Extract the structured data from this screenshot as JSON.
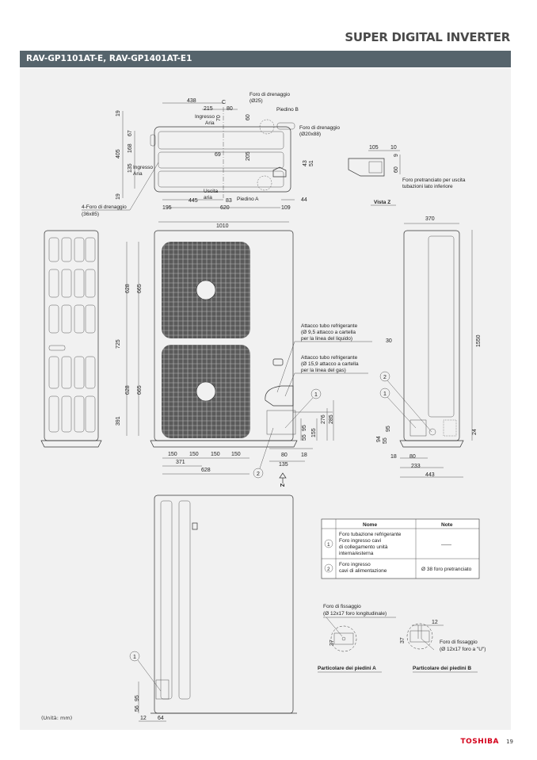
{
  "header": {
    "series": "SUPER DIGITAL INVERTER",
    "models": "RAV-GP1101AT-E, RAV-GP1401AT-E1"
  },
  "top_view": {
    "labels": {
      "drain_25": "Foro di drenaggio",
      "drain_25_sub": "(Ø25)",
      "foot_b": "Piedino B",
      "foot_a": "Piedino A",
      "drain_20": "Foro di drenaggio",
      "drain_20_sub": "(Ø20x88)",
      "air_in_top": "Ingresso",
      "air_in_top2": "Aria",
      "air_in_side": "Ingresso",
      "air_in_side2": "Aria",
      "air_out": "Uscita",
      "air_out2": "aria",
      "drain_4": "4-Foro di drenaggio",
      "drain_4_sub": "(36x85)",
      "centerline": "C"
    },
    "dims": [
      "438",
      "215",
      "80",
      "70",
      "60",
      "19",
      "67",
      "405",
      "168",
      "135",
      "19",
      "69",
      "205",
      "43",
      "51",
      "44",
      "445",
      "83",
      "620",
      "195",
      "109"
    ]
  },
  "view_z": {
    "title": "Vista Z",
    "note1": "Foro pretranciato per uscita",
    "note2": "tubazioni lato inferiore",
    "dims": [
      "105",
      "10",
      "9",
      "60"
    ]
  },
  "front_view": {
    "dims": [
      "1010",
      "628",
      "665",
      "725",
      "628",
      "665",
      "391",
      "150",
      "150",
      "150",
      "150",
      "371",
      "628",
      "55",
      "95",
      "155",
      "276",
      "285",
      "80",
      "18",
      "135"
    ],
    "liquid": [
      "Attacco tubo refrigerante",
      "(Ø 9,5 attacco a cartella",
      "per la linea del liquido)"
    ],
    "gas": [
      "Attacco tubo refrigerante",
      "(Ø 15,9 attacco a cartella",
      "per la linea del gas)"
    ],
    "z_label": "Z"
  },
  "side_view": {
    "dims": [
      "370",
      "1550",
      "30",
      "24",
      "94",
      "55",
      "95",
      "18",
      "80",
      "233",
      "443"
    ]
  },
  "back_view": {
    "dims": [
      "56",
      "95",
      "12",
      "64"
    ]
  },
  "markers": {
    "one": "1",
    "two": "2"
  },
  "table": {
    "headers": [
      "Nome",
      "Note"
    ],
    "rows": [
      {
        "num": "1",
        "name": [
          "Foro tubazione refrigerante",
          "Foro ingresso cavi",
          "di collegamento unità",
          "interna/esterna"
        ],
        "note": "——"
      },
      {
        "num": "2",
        "name": [
          "Foro ingresso",
          "cavi di alimentazione"
        ],
        "note": "Ø 38 foro pretranciato"
      }
    ]
  },
  "detail_a": {
    "label1": "Foro di fissaggio",
    "label2": "(Ø 12x17 foro longitudinale)",
    "dim": "37",
    "title": "Particolare dei piedini A"
  },
  "detail_b": {
    "label1": "Foro di fissaggio",
    "label2": "(Ø 12x17 foro a \"U\")",
    "dims": [
      "12",
      "37"
    ],
    "title": "Particolare dei piedini B"
  },
  "unit_note": "(Unità: mm)",
  "footer": {
    "brand": "TOSHIBA",
    "page": "19"
  }
}
